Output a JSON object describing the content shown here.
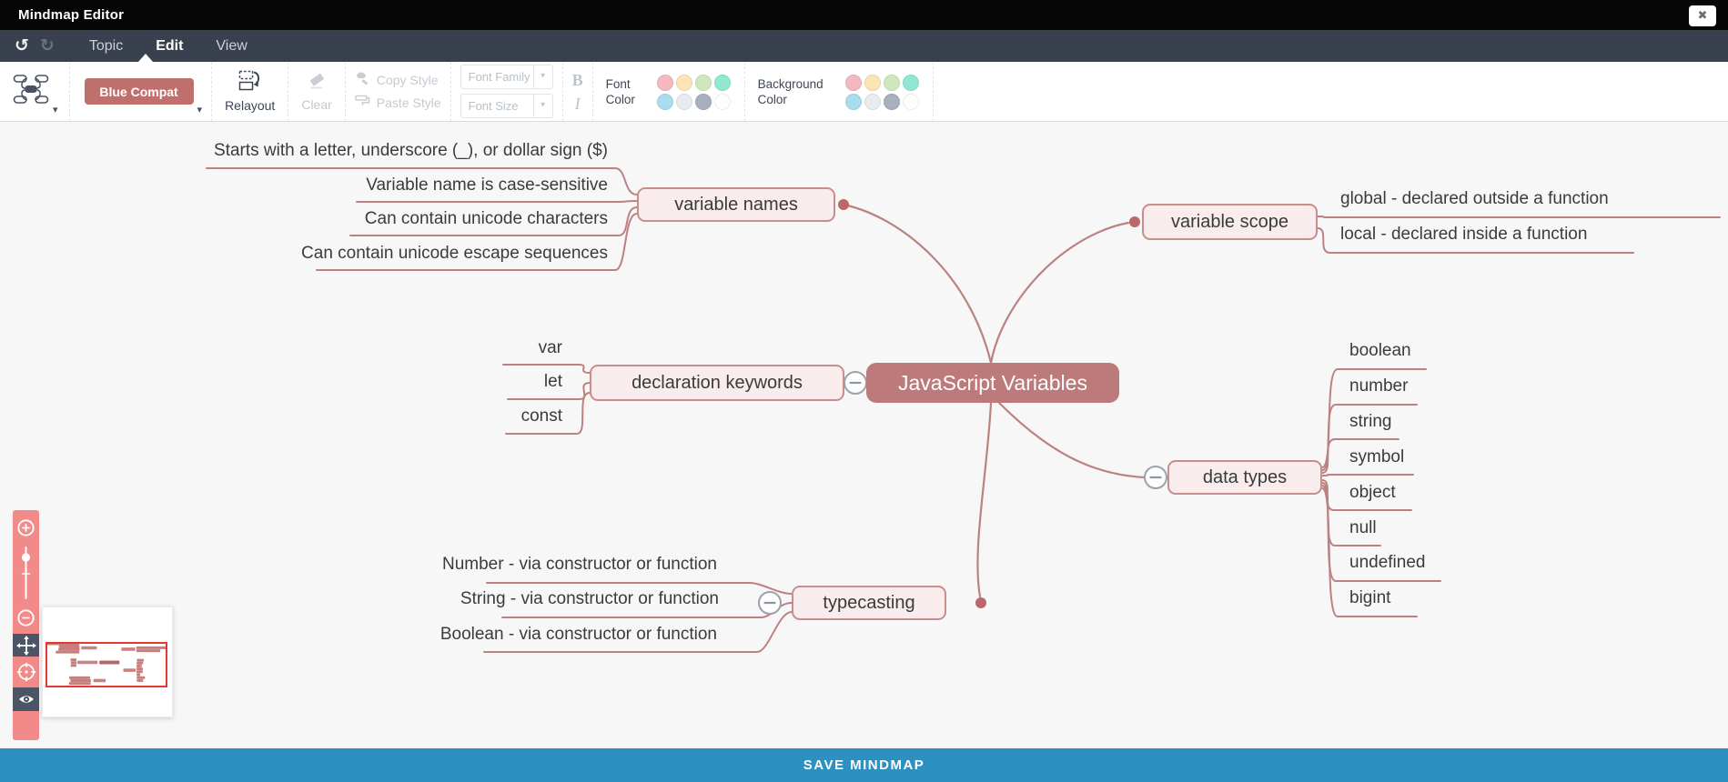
{
  "window": {
    "title": "Mindmap Editor"
  },
  "icons": {
    "undo": "↺",
    "redo": "↻",
    "close": "✖",
    "dropdown_caret": "▾"
  },
  "menu": {
    "items": [
      {
        "label": "Topic",
        "active": false
      },
      {
        "label": "Edit",
        "active": true
      },
      {
        "label": "View",
        "active": false
      }
    ]
  },
  "toolbar": {
    "theme_button_label": "Blue Compat",
    "relayout_label": "Relayout",
    "clear_label": "Clear",
    "copy_style_label": "Copy Style",
    "paste_style_label": "Paste Style",
    "font_family_placeholder": "Font Family",
    "font_size_placeholder": "Font Size",
    "bold_label": "B",
    "italic_label": "I",
    "font_color_label": "Font Color",
    "background_color_label": "Background Color",
    "color_swatches": [
      "#f4b8c0",
      "#fbe4b6",
      "#d0e6bc",
      "#90e7d2",
      "#a9ddee",
      "#e9ecef",
      "#a7b0bc",
      "#fdfefe"
    ]
  },
  "mindmap": {
    "root": "JavaScript Variables",
    "branches": [
      {
        "id": "variable_names",
        "label": "variable names",
        "children": [
          "Starts with a letter, underscore (_), or dollar sign ($)",
          "Variable name is case-sensitive",
          "Can contain unicode characters",
          "Can contain unicode escape sequences"
        ]
      },
      {
        "id": "declaration_keywords",
        "label": "declaration keywords",
        "children": [
          "var",
          "let",
          "const"
        ]
      },
      {
        "id": "typecasting",
        "label": "typecasting",
        "children": [
          "Number - via constructor or function",
          "String - via constructor or function",
          "Boolean - via constructor or function"
        ]
      },
      {
        "id": "variable_scope",
        "label": "variable scope",
        "children": [
          "global - declared outside a function",
          "local - declared inside a function"
        ]
      },
      {
        "id": "data_types",
        "label": "data types",
        "children": [
          "boolean",
          "number",
          "string",
          "symbol",
          "object",
          "null",
          "undefined",
          "bigint"
        ]
      }
    ]
  },
  "zoom_toolbar": {
    "buttons": [
      "zoom-in",
      "zoom-slider",
      "zoom-out",
      "pan",
      "center-view",
      "toggle-visibility"
    ]
  },
  "save_bar": {
    "label": "SAVE MINDMAP"
  },
  "colors": {
    "root_node": "#bd7a7a",
    "branch_node_bg": "#f8ecec",
    "branch_node_border": "#ca8d8d",
    "edge_line": "#bc8181",
    "theme_button": "#c0706c",
    "save_bar": "#2c90c0",
    "zoom_toolbar": "#f28a8a",
    "zoom_toolbar_active": "#4b5566",
    "minimap_viewport": "#e23a2e"
  }
}
